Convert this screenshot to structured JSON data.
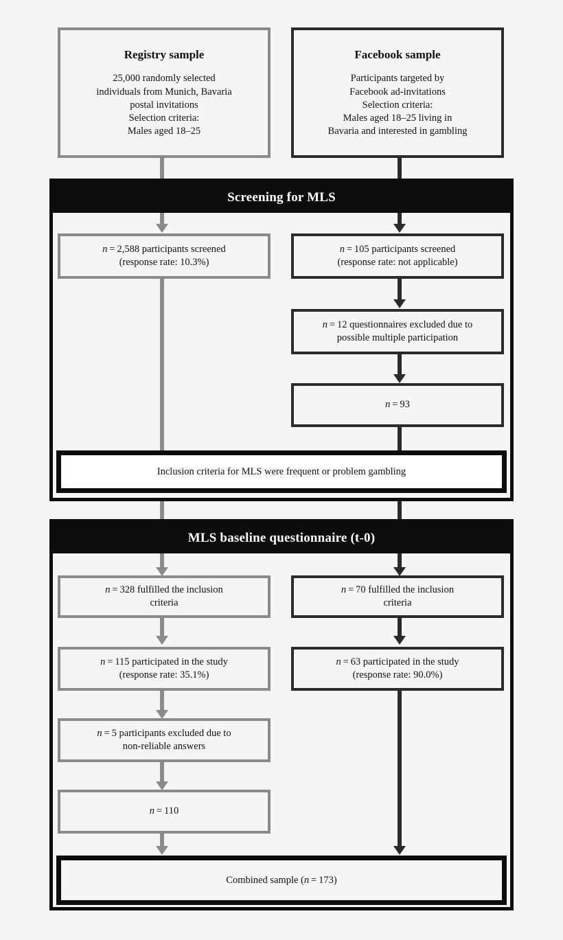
{
  "figure": {
    "type": "flowchart",
    "description": "Participant recruitment and sample flow diagram for the Munich Leisure-time Study (MLS)"
  },
  "sources": {
    "registry": {
      "title": "Registry sample",
      "lines": [
        "25,000 randomly selected",
        "individuals from Munich, Bavaria",
        "postal invitations",
        "Selection criteria:",
        "Males aged 18–25"
      ]
    },
    "facebook": {
      "title": "Facebook sample",
      "lines": [
        "Participants targeted by",
        "Facebook ad-invitations",
        "Selection criteria:",
        "Males aged 18–25 living in",
        "Bavaria and interested in gambling"
      ]
    }
  },
  "screening": {
    "band_label": "Screening for MLS",
    "registry_screened": {
      "line1": "n = 2,588 participants screened",
      "line2": "(response rate: 10.3%)"
    },
    "facebook_screened": {
      "line1": "n = 105 participants screened",
      "line2": "(response rate: not applicable)"
    },
    "facebook_excluded": {
      "line1": "n = 12 questionnaires excluded due to",
      "line2": "possible multiple participation"
    },
    "facebook_remaining": {
      "line1": "n = 93"
    },
    "inclusion_criteria": "Inclusion criteria for MLS were frequent or problem gambling"
  },
  "baseline": {
    "band_label": "MLS baseline questionnaire (t-0)",
    "registry_fulfilled": {
      "line1": "n = 328 fulfilled the inclusion",
      "line2": "criteria"
    },
    "facebook_fulfilled": {
      "line1": "n = 70 fulfilled the inclusion",
      "line2": "criteria"
    },
    "registry_participated": {
      "line1": "n = 115 participated in the study",
      "line2": "(response rate: 35.1%)"
    },
    "facebook_participated": {
      "line1": "n = 63 participated in the study",
      "line2": "(response rate: 90.0%)"
    },
    "registry_excluded": {
      "line1": "n = 5 participants excluded due to",
      "line2": "non-reliable answers"
    },
    "registry_remaining": {
      "line1": "n = 110"
    },
    "combined": "Combined sample (n = 173)"
  },
  "colors": {
    "registry_stroke": "#8a8a8a",
    "facebook_stroke": "#2b2b2b",
    "band_fill": "#0d0d0d",
    "band_text": "#ffffff",
    "box_fill": "#f5f5f5",
    "page_bg": "#f5f5f5"
  }
}
